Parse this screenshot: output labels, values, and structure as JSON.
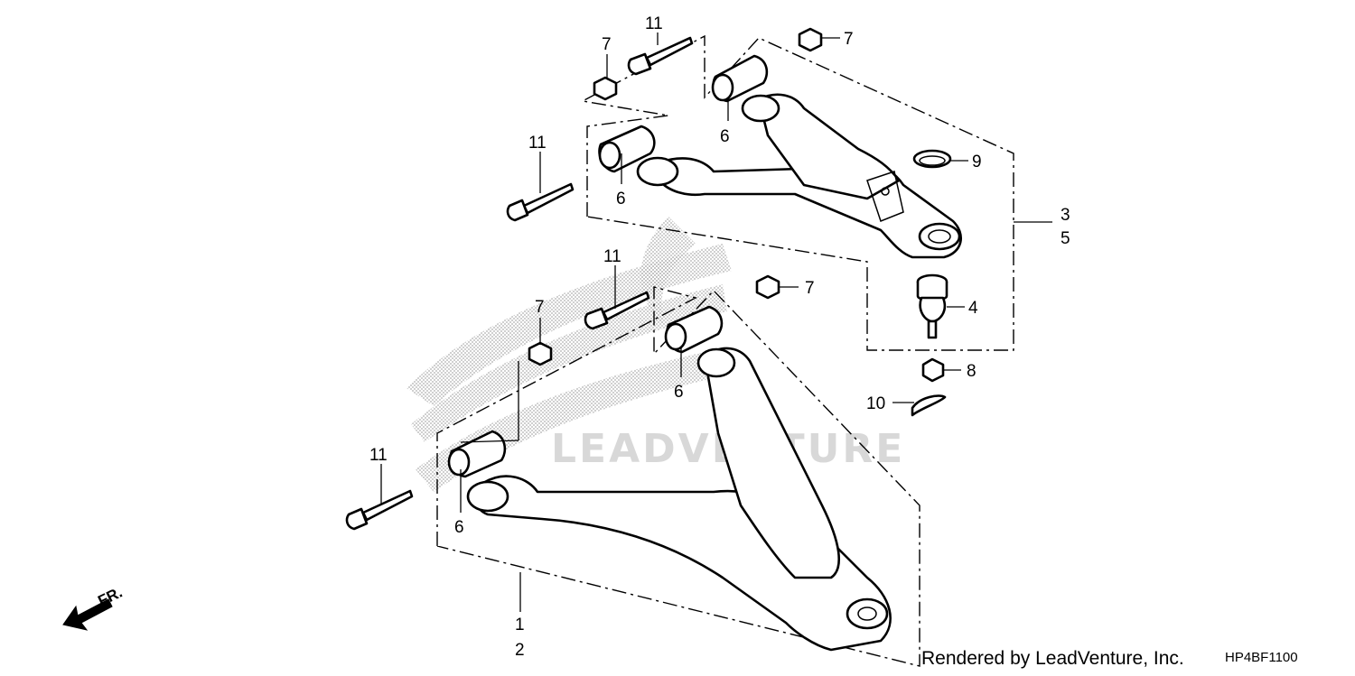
{
  "diagram": {
    "callouts": [
      {
        "id": "c11a",
        "text": "11"
      },
      {
        "id": "c7a",
        "text": "7"
      },
      {
        "id": "c7b",
        "text": "7"
      },
      {
        "id": "c6a",
        "text": "6"
      },
      {
        "id": "c11b",
        "text": "11"
      },
      {
        "id": "c6b",
        "text": "6"
      },
      {
        "id": "c9",
        "text": "9"
      },
      {
        "id": "c3",
        "text": "3"
      },
      {
        "id": "c5",
        "text": "5"
      },
      {
        "id": "c11c",
        "text": "11"
      },
      {
        "id": "c7c",
        "text": "7"
      },
      {
        "id": "c7d",
        "text": "7"
      },
      {
        "id": "c4",
        "text": "4"
      },
      {
        "id": "c6c",
        "text": "6"
      },
      {
        "id": "c8",
        "text": "8"
      },
      {
        "id": "c10",
        "text": "10"
      },
      {
        "id": "c11d",
        "text": "11"
      },
      {
        "id": "c6d",
        "text": "6"
      },
      {
        "id": "c1",
        "text": "1"
      },
      {
        "id": "c2",
        "text": "2"
      }
    ],
    "front_indicator": "FR.",
    "watermark": "LEADVENTURE"
  },
  "footer": {
    "credit": "Rendered by LeadVenture, Inc.",
    "diagram_code": "HP4BF1100"
  }
}
